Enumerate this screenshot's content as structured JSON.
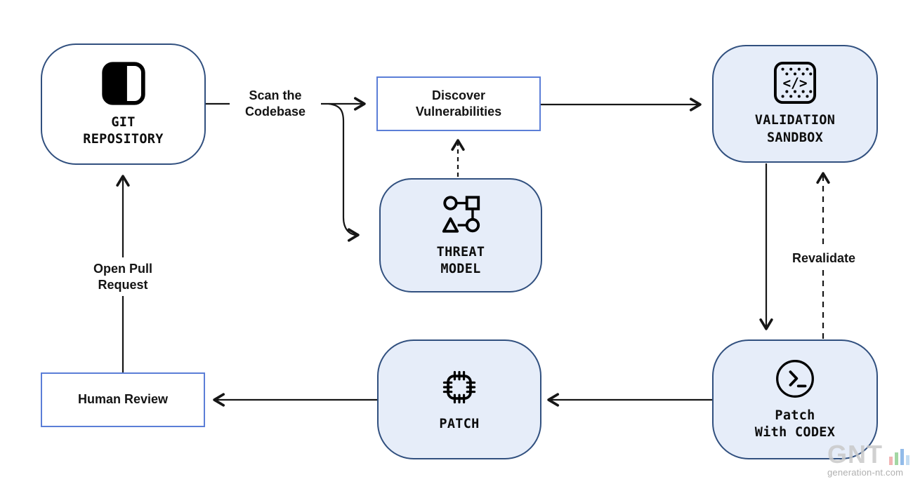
{
  "colors": {
    "node_border": "#31507f",
    "node_fill": "#e6edf9",
    "box_border": "#5b7ed7",
    "arrow": "#161616",
    "text": "#0f0f0f"
  },
  "nodes": {
    "git_repository": {
      "icon": "repository-panel-icon",
      "lines": [
        "GIT",
        "REPOSITORY"
      ]
    },
    "discover_vulnerabilities": {
      "lines": [
        "Discover",
        "Vulnerabilities"
      ]
    },
    "validation_sandbox": {
      "icon": "code-sandbox-icon",
      "lines": [
        "VALIDATION",
        "SANDBOX"
      ]
    },
    "threat_model": {
      "icon": "flowchart-icon",
      "lines": [
        "THREAT",
        "MODEL"
      ]
    },
    "patch_with_codex": {
      "icon": "terminal-icon",
      "lines": [
        "Patch",
        "With CODEX"
      ]
    },
    "patch": {
      "icon": "patch-stitch-icon",
      "lines": [
        "PATCH"
      ]
    },
    "human_review": {
      "lines": [
        "Human Review"
      ]
    }
  },
  "edges": {
    "scan_the_codebase": {
      "lines": [
        "Scan the",
        "Codebase"
      ]
    },
    "open_pull_request": {
      "lines": [
        "Open Pull",
        "Request"
      ]
    },
    "revalidate": {
      "lines": [
        "Revalidate"
      ]
    }
  },
  "watermark": {
    "brand": "GNT",
    "site": "generation-nt.com"
  }
}
